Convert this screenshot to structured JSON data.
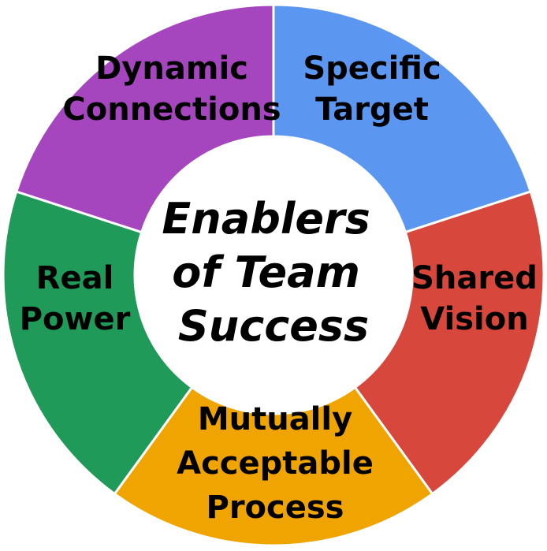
{
  "diagram": {
    "center": {
      "lines": [
        "Enablers",
        "of Team",
        "Success"
      ],
      "fill": "#ffffff"
    },
    "segments": [
      {
        "id": "specific-target",
        "lines": [
          "Specific",
          "Target"
        ],
        "color": "#5b96f0"
      },
      {
        "id": "shared-vision",
        "lines": [
          "Shared",
          "Vision"
        ],
        "color": "#d8473b"
      },
      {
        "id": "mutually-acceptable-process",
        "lines": [
          "Mutually",
          "Acceptable",
          "Process"
        ],
        "color": "#f0a400"
      },
      {
        "id": "real-power",
        "lines": [
          "Real",
          "Power"
        ],
        "color": "#1f9a58"
      },
      {
        "id": "dynamic-connections",
        "lines": [
          "Dynamic",
          "Connections"
        ],
        "color": "#a646bf"
      }
    ],
    "separator_color": "#ffffff"
  }
}
